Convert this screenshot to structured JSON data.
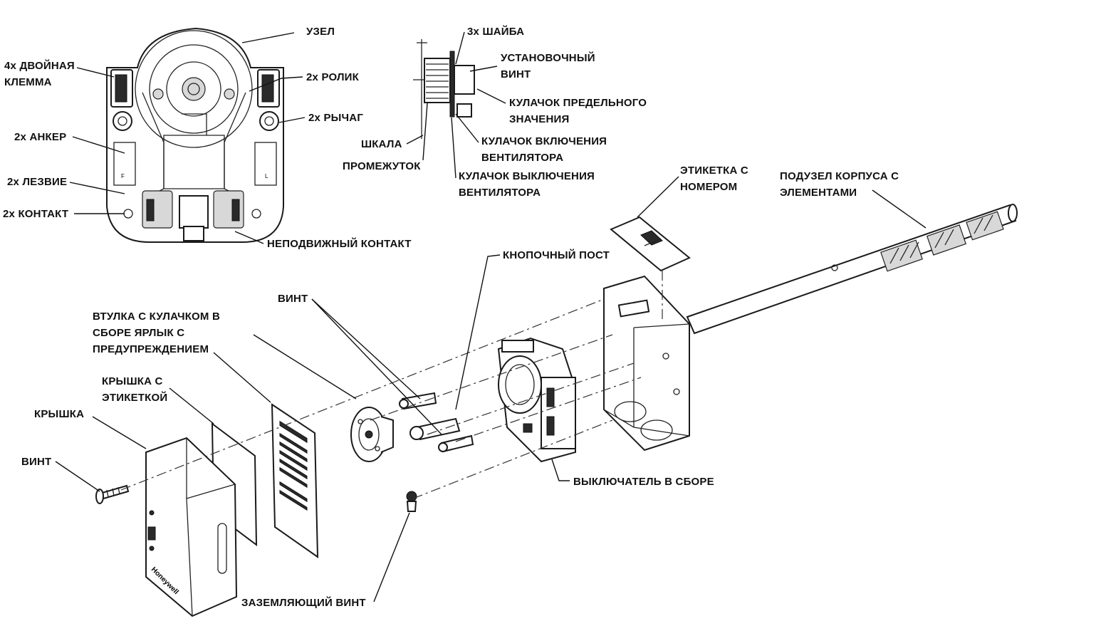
{
  "labels": {
    "uzel": "УЗЕЛ",
    "klemma": [
      "4x ДВОЙНАЯ",
      "КЛЕММА"
    ],
    "rolik": "2x РОЛИК",
    "rychag": "2x РЫЧАГ",
    "anker": "2x АНКЕР",
    "lezvie": "2x ЛЕЗВИЕ",
    "kontakt": "2x КОНТАКТ",
    "nepodv_kontakt": "НЕПОДВИЖНЫЙ КОНТАКТ",
    "shaiba": "3x ШАЙБА",
    "ust_vint": [
      "УСТАНОВОЧНЫЙ",
      "ВИНТ"
    ],
    "kulachok_pred": [
      "КУЛАЧОК ПРЕДЕЛЬНОГО",
      "ЗНАЧЕНИЯ"
    ],
    "shkala": "ШКАЛА",
    "promezhutok": "ПРОМЕЖУТОК",
    "kulachok_vkl": [
      "КУЛАЧОК ВКЛЮЧЕНИЯ",
      "ВЕНТИЛЯТОРА"
    ],
    "kulachok_vykl": [
      "КУЛАЧОК ВЫКЛЮЧЕНИЯ",
      "ВЕНТИЛЯТОРА"
    ],
    "etiketka_nomer": [
      "ЭТИКЕТКА С",
      "НОМЕРОМ"
    ],
    "podzel_korpusa": [
      "ПОДУЗЕЛ КОРПУСА С",
      "ЭЛЕМЕНТАМИ"
    ],
    "knopochny_post": "КНОПОЧНЫЙ ПОСТ",
    "vint_top": "ВИНТ",
    "vtulka": [
      "ВТУЛКА С КУЛАЧКОМ В",
      "СБОРЕ  ЯРЛЫК С",
      "ПРЕДУПРЕЖДЕНИЕМ"
    ],
    "kryshka_etiketka": [
      "КРЫШКА С",
      "ЭТИКЕТКОЙ"
    ],
    "kryshka": "КРЫШКА",
    "vint_left": "ВИНТ",
    "vykluchatel": "ВЫКЛЮЧАТЕЛЬ В СБОРЕ",
    "zazeml_vint": "ЗАЗЕМЛЯЮЩИЙ ВИНТ"
  },
  "embedded_marks": {
    "left_scale": "F",
    "right_scale": "L",
    "brand": "Honeywell"
  }
}
